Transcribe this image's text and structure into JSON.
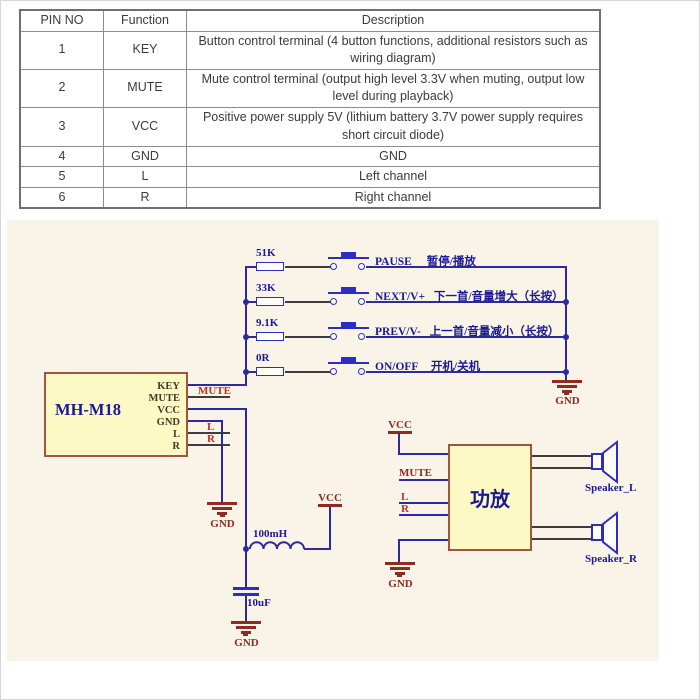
{
  "table": {
    "headers": [
      "PIN NO",
      "Function",
      "Description"
    ],
    "rows": [
      {
        "pin": "1",
        "function": "KEY",
        "description": "Button control terminal (4 button functions, additional resistors such as wiring diagram)"
      },
      {
        "pin": "2",
        "function": "MUTE",
        "description": "Mute control terminal (output high level 3.3V when muting, output low level during playback)"
      },
      {
        "pin": "3",
        "function": "VCC",
        "description": "Positive power supply 5V (lithium battery 3.7V power supply requires short circuit diode)"
      },
      {
        "pin": "4",
        "function": "GND",
        "description": "GND"
      },
      {
        "pin": "5",
        "function": "L",
        "description": "Left channel"
      },
      {
        "pin": "6",
        "function": "R",
        "description": "Right channel"
      }
    ]
  },
  "schematic": {
    "module": {
      "name": "MH-M18",
      "pins": [
        "KEY",
        "MUTE",
        "VCC",
        "GND",
        "L",
        "R"
      ],
      "net_labels": {
        "mute": "MUTE",
        "l": "L",
        "r": "R"
      }
    },
    "buttons": [
      {
        "resistor": "51K",
        "label_en": "PAUSE",
        "label_zh": "暂停/播放"
      },
      {
        "resistor": "33K",
        "label_en": "NEXT/V+",
        "label_zh": "下一首/音量增大（长按）"
      },
      {
        "resistor": "9.1K",
        "label_en": "PREV/V-",
        "label_zh": "上一首/音量减小（长按）"
      },
      {
        "resistor": "0R",
        "label_en": "ON/OFF",
        "label_zh": "开机/关机"
      }
    ],
    "power": {
      "vcc": "VCC",
      "gnd": "GND"
    },
    "inductor_value": "100mH",
    "capacitor_value": "10uF",
    "amplifier": {
      "name": "功放",
      "inputs": {
        "mute": "MUTE",
        "l": "L",
        "r": "R"
      }
    },
    "speakers": {
      "left": "Speaker_L",
      "right": "Speaker_R"
    }
  },
  "colors": {
    "wire_navy": "#2b2b9c",
    "component_blue": "#2d2dc4",
    "maroon": "#8e2b22",
    "net_red": "#c13128",
    "module_fill": "#fdf9c5",
    "module_border": "#a5543c",
    "circuit_bg": "#faf4e8"
  }
}
